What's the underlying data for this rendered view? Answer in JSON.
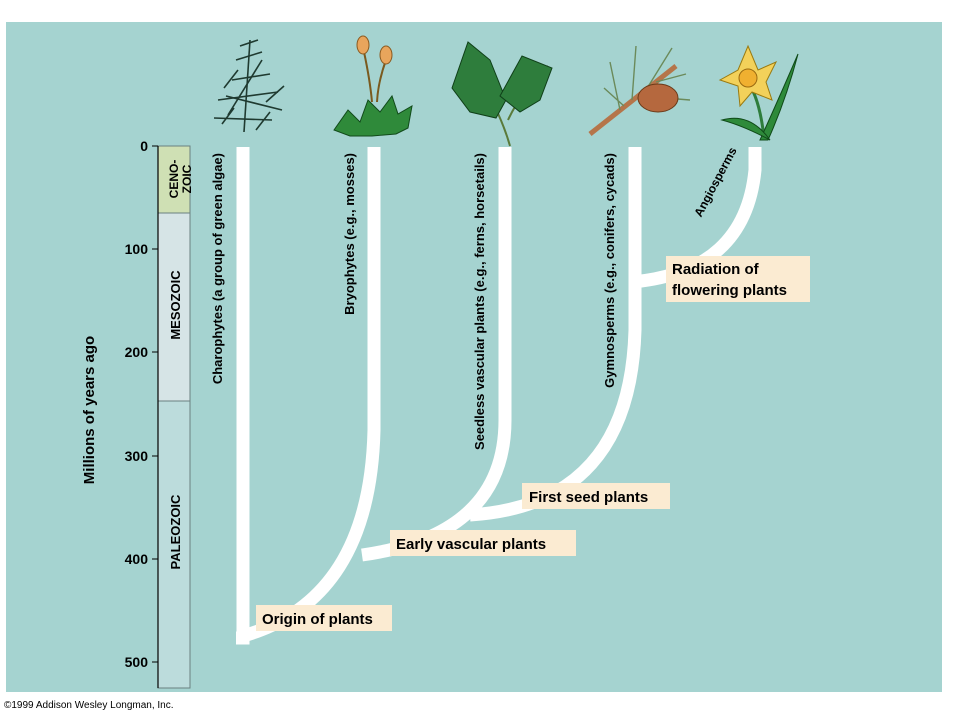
{
  "axis": {
    "label": "Millions of years ago",
    "ticks": [
      "0",
      "100",
      "200",
      "300",
      "400",
      "500"
    ]
  },
  "eras": [
    {
      "name": "CENO-",
      "name2": "ZOIC",
      "color": "#cfe0b4"
    },
    {
      "name": "MESOZOIC",
      "color": "#d6e4e6"
    },
    {
      "name": "PALEOZOIC",
      "color": "#bcdcdc"
    }
  ],
  "lineages": [
    {
      "label": "Charophytes (a group of green algae)"
    },
    {
      "label": "Bryophytes (e.g., mosses)"
    },
    {
      "label": "Seedless vascular plants (e.g., ferns, horsetails)"
    },
    {
      "label": "Gymnosperms (e.g., conifers, cycads)"
    },
    {
      "label": "Angiosperms"
    }
  ],
  "events": [
    {
      "label": "Origin of plants"
    },
    {
      "label": "Early vascular plants"
    },
    {
      "label": "First seed plants"
    },
    {
      "label": "Radiation of",
      "label2": "flowering plants"
    }
  ],
  "icons": [
    "charophyte-icon",
    "moss-icon",
    "fern-icon",
    "pine-icon",
    "daffodil-icon"
  ],
  "colors": {
    "background": "#a5d3d0",
    "branch": "#ffffff",
    "callout": "#fbebd2"
  },
  "credit": "©1999 Addison Wesley Longman, Inc."
}
